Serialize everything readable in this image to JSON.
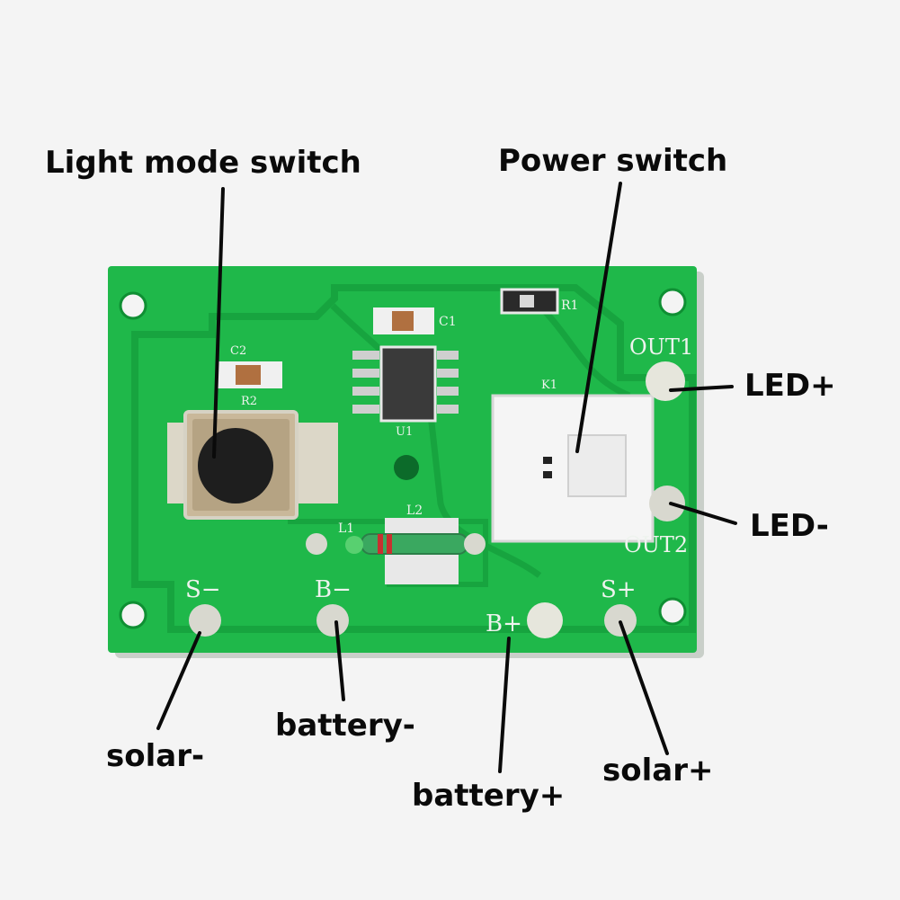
{
  "callouts": {
    "light_mode_switch": "Light mode switch",
    "power_switch": "Power switch",
    "led_plus": "LED+",
    "led_minus": "LED-",
    "solar_minus": "solar-",
    "battery_minus": "battery-",
    "battery_plus": "battery+",
    "solar_plus": "solar+"
  },
  "silkscreen": {
    "s_minus": "S−",
    "b_minus": "B−",
    "b_plus": "B+",
    "s_plus": "S+",
    "out1": "OUT1",
    "out2": "OUT2",
    "k1": "K1",
    "u1": "U1",
    "c1": "C1",
    "c2": "C2",
    "r1": "R1",
    "r2": "R2",
    "l1": "L1",
    "l2": "L2"
  },
  "colors": {
    "background": "#f4f4f4",
    "board": "#1fb84a",
    "trace": "#17a43f",
    "pad": "#d8d8cf",
    "leader": "#0a0a0a"
  }
}
